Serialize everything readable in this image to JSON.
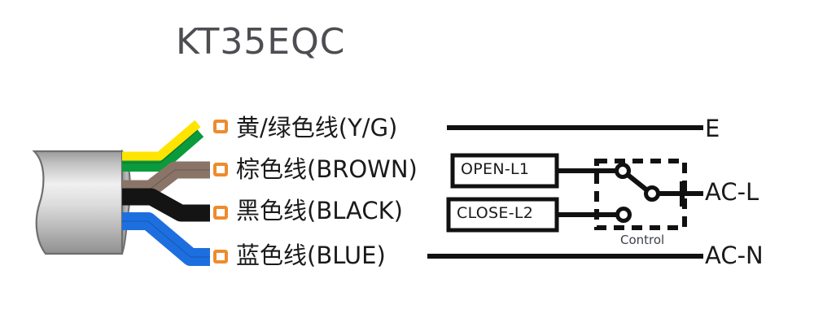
{
  "diagram": {
    "title": "KT35EQC",
    "type": "wiring-diagram",
    "background_color": "#ffffff",
    "title_color": "#4d4d52"
  },
  "cable": {
    "sheath_color": "#c9c9c9",
    "sheath_outline": "#6b6b6b",
    "terminal_tip_color": "#ef8b2c",
    "wires": [
      {
        "id": "yg",
        "label": "黄/绿色线(Y/G)",
        "color_primary": "#ffe400",
        "color_secondary": "#0a9b3c",
        "terminal": "E"
      },
      {
        "id": "brown",
        "label": "棕色线(BROWN)",
        "color_primary": "#8a7468",
        "terminal": "OPEN-L1"
      },
      {
        "id": "black",
        "label": "黑色线(BLACK)",
        "color_primary": "#141414",
        "terminal": "CLOSE-L2"
      },
      {
        "id": "blue",
        "label": "蓝色线(BLUE)",
        "color_primary": "#1d6fe0",
        "terminal": "AC-N"
      }
    ]
  },
  "boxes": [
    {
      "id": "open-l1",
      "label": "OPEN-L1"
    },
    {
      "id": "close-l2",
      "label": "CLOSE-L2"
    }
  ],
  "control": {
    "label": "Control",
    "border_style": "dashed",
    "switch_type": "spdt",
    "switch_color": "#111111"
  },
  "terminals": [
    {
      "id": "e",
      "label": "E"
    },
    {
      "id": "ac-l",
      "label": "AC-L"
    },
    {
      "id": "ac-n",
      "label": "AC-N"
    }
  ],
  "line_color": "#111111"
}
